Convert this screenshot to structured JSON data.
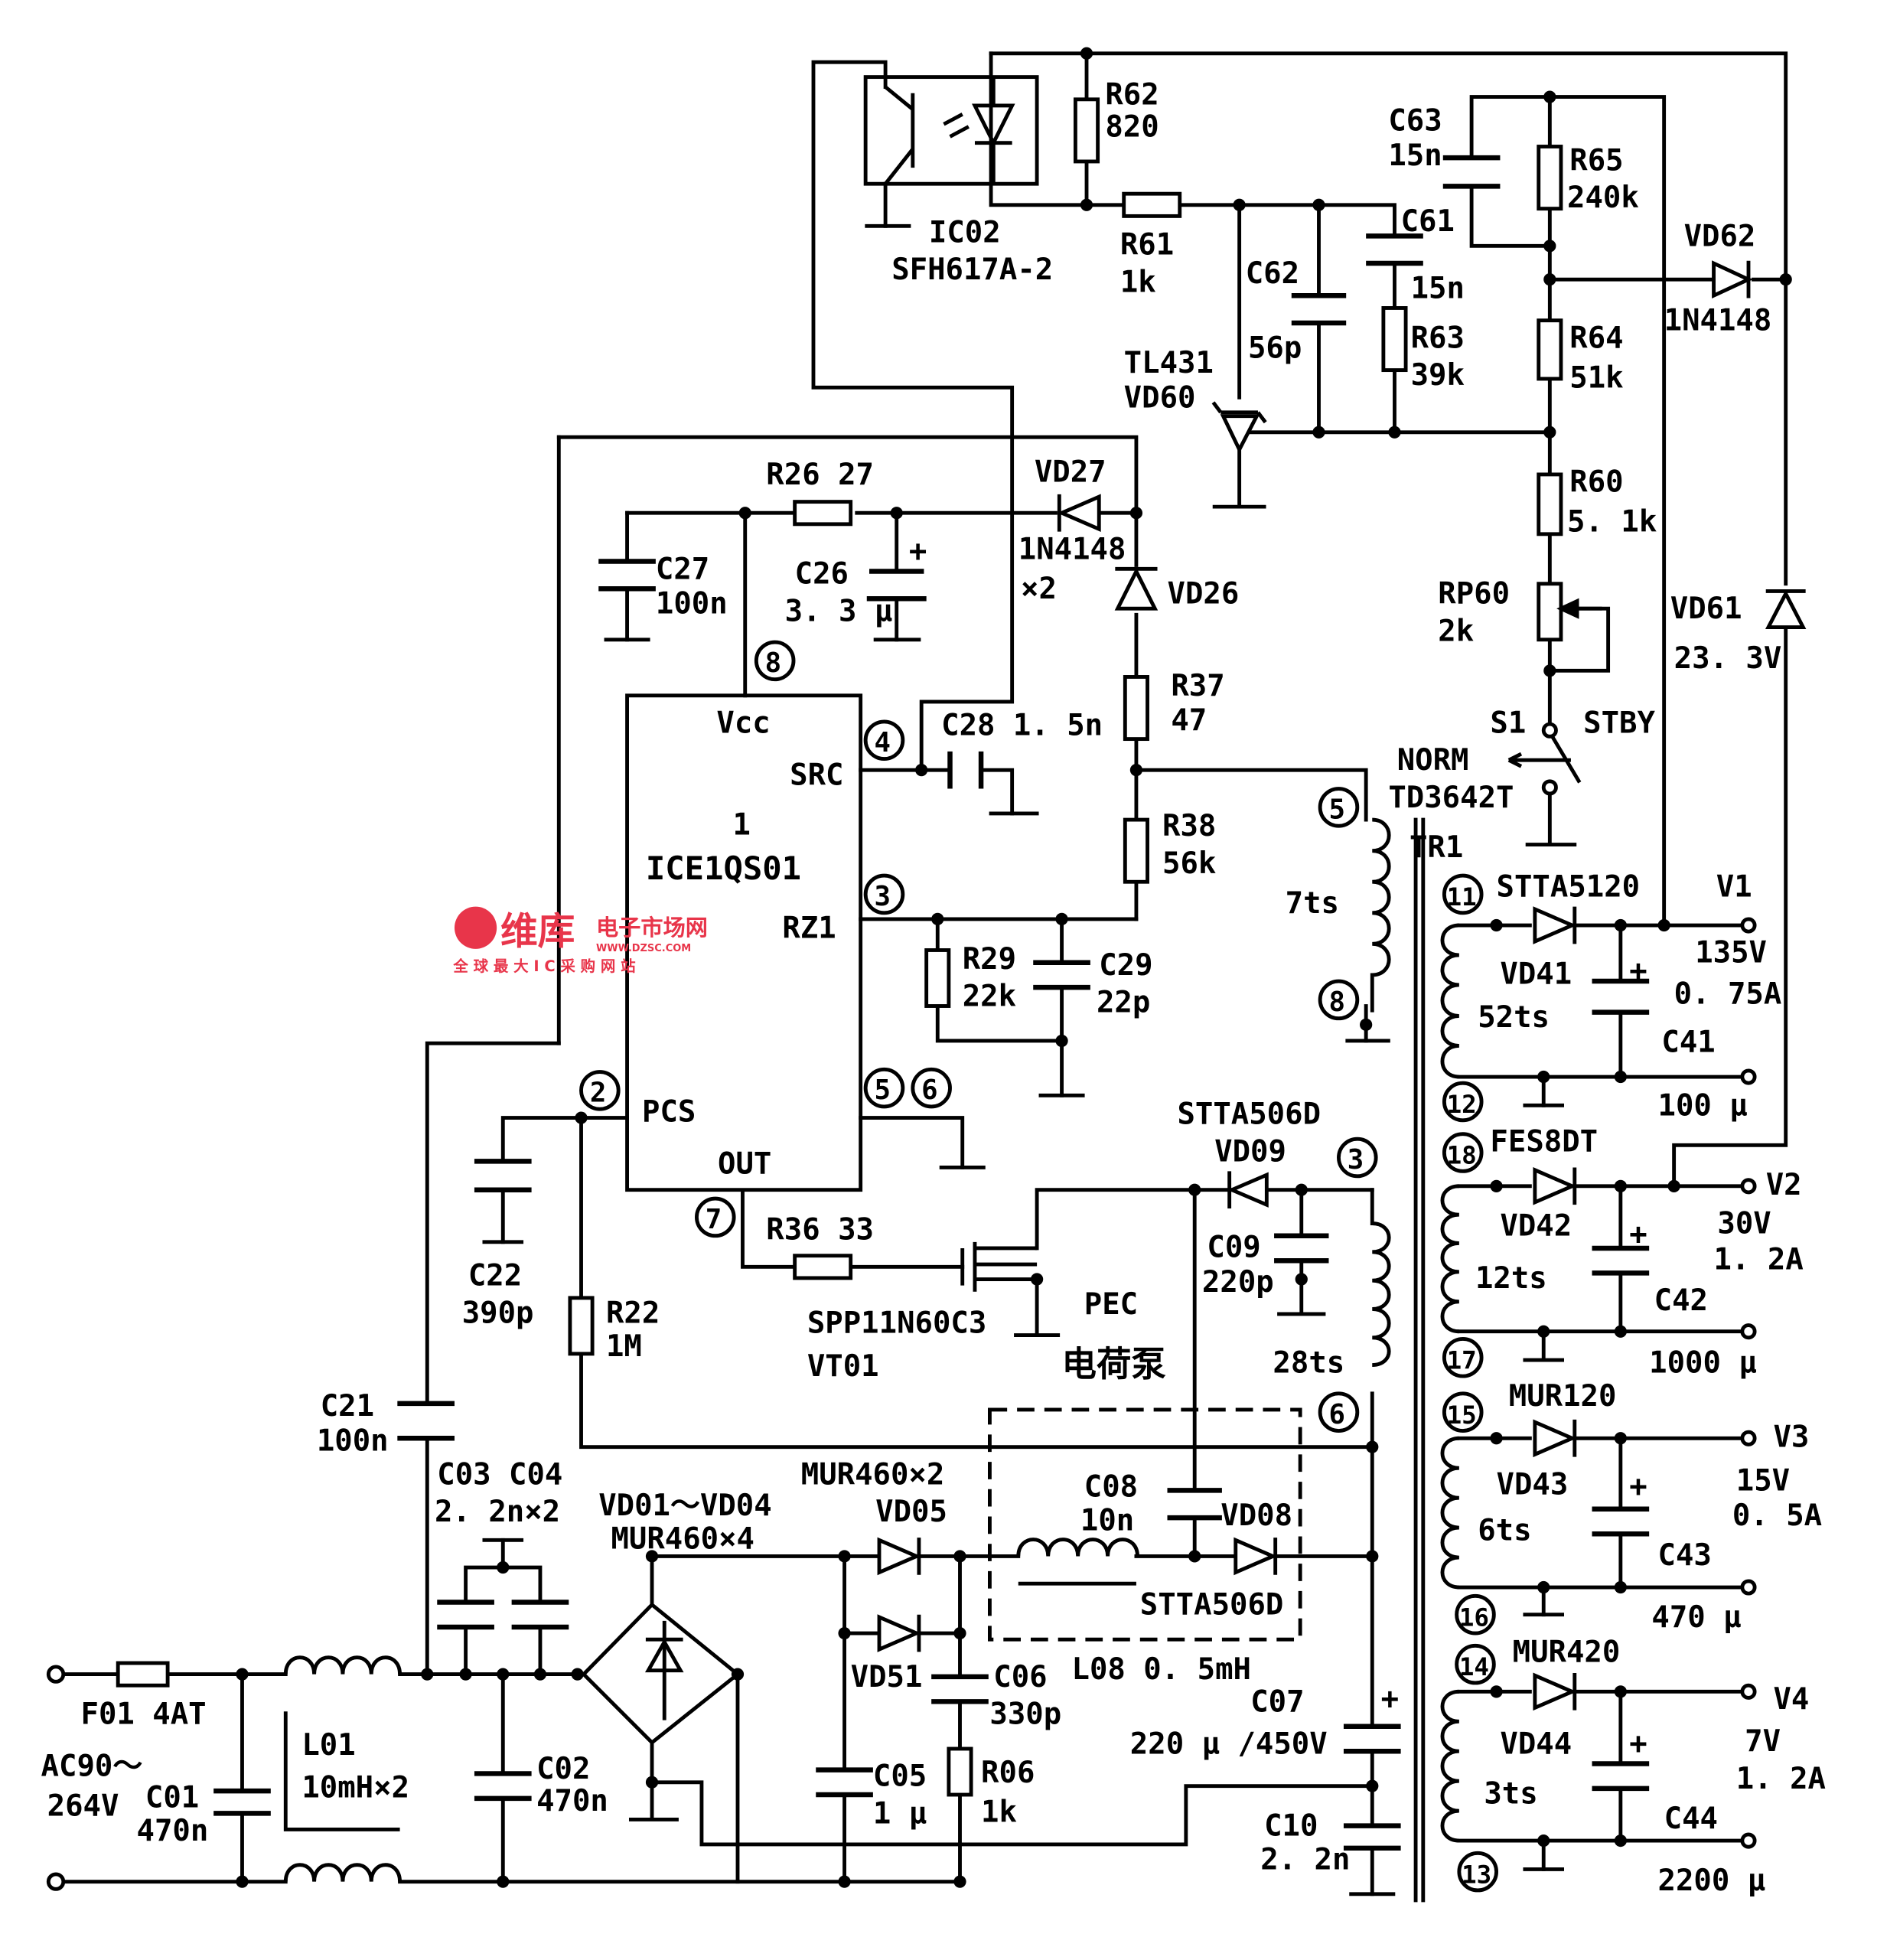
{
  "colors": {
    "ink": "#000000",
    "paper": "#ffffff",
    "watermark": "#e8354a"
  },
  "watermark": {
    "brand": "维库",
    "sub1": "电子市场网",
    "url": "WWW.DZSC.COM",
    "sub2": "全 球 最 大 I C 采 购 网 站"
  },
  "ic1": {
    "ref": "1",
    "part": "ICE1QS01",
    "vcc": "Vcc",
    "src": "SRC",
    "rzi": "RZ1",
    "pcs": "PCS",
    "out": "OUT",
    "pin8": "8",
    "pin4": "4",
    "pin3": "3",
    "pin2": "2",
    "pin5": "5",
    "pin6": "6",
    "pin7": "7"
  },
  "ic02": {
    "ref": "IC02",
    "part": "SFH617A-2"
  },
  "r62": {
    "ref": "R62",
    "val": "820"
  },
  "r61": {
    "ref": "R61",
    "val": "1k"
  },
  "c62": {
    "ref": "C62",
    "val": "56p"
  },
  "c61": {
    "ref": "C61",
    "val": "15n"
  },
  "c63": {
    "ref": "C63",
    "val": "15n"
  },
  "r63": {
    "ref": "R63",
    "val": "39k"
  },
  "r65": {
    "ref": "R65",
    "val": "240k"
  },
  "r64": {
    "ref": "R64",
    "val": "51k"
  },
  "r60": {
    "ref": "R60",
    "val": "5. 1k"
  },
  "rp60": {
    "ref": "RP60",
    "val": "2k"
  },
  "vd62": {
    "ref": "VD62",
    "val": "1N4148"
  },
  "vd61": {
    "ref": "VD61",
    "val": "23. 3V"
  },
  "tl431": {
    "ref": "TL431",
    "val": "VD60"
  },
  "s1": {
    "ref": "S1",
    "stby": "STBY",
    "norm": "NORM",
    "part": "TD3642T"
  },
  "r26": {
    "label": "R26 27"
  },
  "vd27": {
    "ref": "VD27",
    "val": "1N4148",
    "mult": "×2"
  },
  "vd26": {
    "ref": "VD26"
  },
  "c27": {
    "ref": "C27",
    "val": "100n"
  },
  "c26": {
    "ref": "C26",
    "val": "3. 3 μ"
  },
  "c28": {
    "label": "C28 1. 5n"
  },
  "r37": {
    "ref": "R37",
    "val": "47"
  },
  "r38": {
    "ref": "R38",
    "val": "56k"
  },
  "r29": {
    "ref": "R29",
    "val": "22k"
  },
  "c29": {
    "ref": "C29",
    "val": "22p"
  },
  "c22": {
    "ref": "C22",
    "val": "390p"
  },
  "r22": {
    "ref": "R22",
    "val": "1M"
  },
  "r36": {
    "label": "R36 33"
  },
  "vt01": {
    "part": "SPP11N60C3",
    "ref": "VT01"
  },
  "pec": {
    "label": "PEC",
    "cn": "电荷泵"
  },
  "vd09": {
    "part": "STTA506D",
    "ref": "VD09"
  },
  "c09": {
    "ref": "C09",
    "val": "220p"
  },
  "tr1": {
    "ref": "TR1",
    "turns_aux": "7ts",
    "turns_pec": "28ts",
    "pin5": "5",
    "pin8": "8",
    "pin3": "3",
    "pin6": "6",
    "pin11": "11",
    "pin12": "12",
    "pin18": "18",
    "pin17": "17",
    "pin15": "15",
    "pin16": "16",
    "pin14": "14",
    "pin13": "13"
  },
  "out1": {
    "diode_part": "STTA5120",
    "diode_ref": "VD41",
    "turns": "52ts",
    "cap_ref": "C41",
    "cap_val": "100 μ",
    "rail": "V1",
    "volt": "135V",
    "amp": "0. 75A"
  },
  "out2": {
    "diode_part": "FES8DT",
    "diode_ref": "VD42",
    "turns": "12ts",
    "cap_ref": "C42",
    "cap_val": "1000 μ",
    "rail": "V2",
    "volt": "30V",
    "amp": "1. 2A"
  },
  "out3": {
    "diode_part": "MUR120",
    "diode_ref": "VD43",
    "turns": "6ts",
    "cap_ref": "C43",
    "cap_val": "470 μ",
    "rail": "V3",
    "volt": "15V",
    "amp": "0. 5A"
  },
  "out4": {
    "diode_part": "MUR420",
    "diode_ref": "VD44",
    "turns": "3ts",
    "cap_ref": "C44",
    "cap_val": "2200 μ",
    "rail": "V4",
    "volt": "7V",
    "amp": "1. 2A"
  },
  "c21": {
    "ref": "C21",
    "val": "100n"
  },
  "c03": {
    "label": "C03  C04",
    "val": "2. 2n×2"
  },
  "vd01": {
    "label": "VD01～VD04",
    "part": "MUR460×4"
  },
  "vd05": {
    "part": "MUR460×2",
    "ref": "VD05"
  },
  "vd51": {
    "ref": "VD51"
  },
  "c08": {
    "ref": "C08",
    "val": "10n"
  },
  "vd08": {
    "ref": "VD08",
    "part": "STTA506D"
  },
  "l08": {
    "label": "L08  0. 5mH"
  },
  "c07": {
    "ref": "C07",
    "val": "220 μ /450V"
  },
  "c06": {
    "ref": "C06",
    "val": "330p"
  },
  "c05": {
    "ref": "C05",
    "val": "1 μ"
  },
  "r06": {
    "ref": "R06",
    "val": "1k"
  },
  "c10": {
    "ref": "C10",
    "val": "2. 2n"
  },
  "f01": {
    "label": "F01  4AT"
  },
  "ac": {
    "line1": "AC90～",
    "line2": "264V"
  },
  "c01": {
    "ref": "C01",
    "val": "470n"
  },
  "l01": {
    "ref": "L01",
    "val": "10mH×2"
  },
  "c02": {
    "ref": "C02",
    "val": "470n"
  },
  "plus": "+"
}
